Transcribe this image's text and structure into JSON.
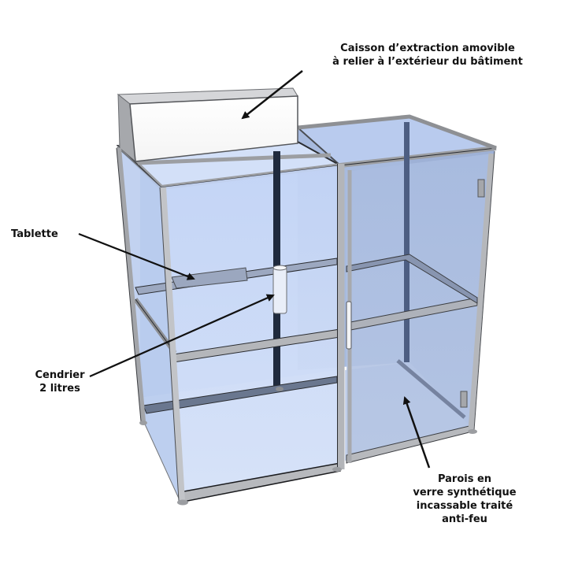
{
  "figure": {
    "subject": "Cabine fumeur vitrée à deux compartiments",
    "colors": {
      "background": "#ffffff",
      "glass_light": "#c9d8f5",
      "glass_mid": "#b4c6e6",
      "glass_dark": "#9fb2d6",
      "frame": "#b7b9bd",
      "frame_dark": "#5a5d62",
      "frame_edge": "#2a2c30",
      "box_front": "#ffffff",
      "box_top": "#d8d9dc",
      "box_side": "#a9abaf",
      "arrow": "#111111",
      "text": "#111111"
    }
  },
  "annotations": [
    {
      "id": "caisson",
      "lines": [
        "Caisson d’extraction amovible",
        "à relier à l’extérieur du bâtiment"
      ],
      "points_to": "extraction-box"
    },
    {
      "id": "tablette",
      "lines": [
        "Tablette"
      ],
      "points_to": "shelf"
    },
    {
      "id": "cendrier",
      "lines": [
        "Cendrier",
        "2 litres"
      ],
      "points_to": "ashtray"
    },
    {
      "id": "parois",
      "lines": [
        "Parois en",
        "verre synthétique",
        "incassable traité",
        "anti-feu"
      ],
      "points_to": "glass-wall"
    }
  ]
}
